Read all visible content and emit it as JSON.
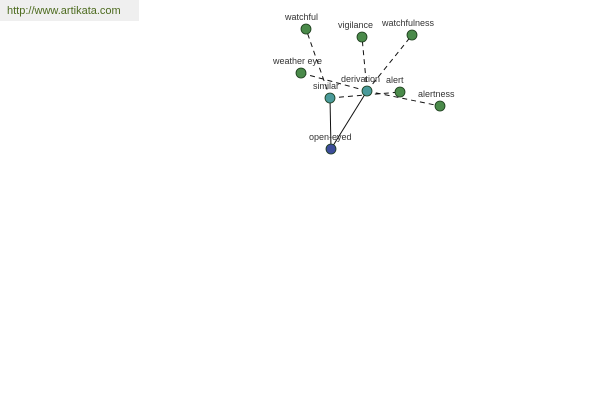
{
  "header": {
    "url": "http://www.artikata.com"
  },
  "colors": {
    "root_node": "#3d4d9a",
    "hub_node": "#4a9a9a",
    "leaf_node": "#4a8a4a",
    "node_stroke": "#1a3a1a",
    "edge": "#111111",
    "url_text": "#4d6b1f",
    "url_bg": "#efefef"
  },
  "graph": {
    "nodes": [
      {
        "id": "open-eyed",
        "label": "open-eyed",
        "kind": "root"
      },
      {
        "id": "similar",
        "label": "similar",
        "kind": "hub"
      },
      {
        "id": "derivation",
        "label": "derivation",
        "kind": "hub"
      },
      {
        "id": "watchful",
        "label": "watchful",
        "kind": "leaf"
      },
      {
        "id": "weather-eye",
        "label": "weather eye",
        "kind": "leaf"
      },
      {
        "id": "vigilance",
        "label": "vigilance",
        "kind": "leaf"
      },
      {
        "id": "watchfulness",
        "label": "watchfulness",
        "kind": "leaf"
      },
      {
        "id": "alert",
        "label": "alert",
        "kind": "leaf"
      },
      {
        "id": "alertness",
        "label": "alertness",
        "kind": "leaf"
      }
    ],
    "edges": [
      {
        "from": "open-eyed",
        "to": "similar",
        "style": "solid"
      },
      {
        "from": "open-eyed",
        "to": "derivation",
        "style": "solid"
      },
      {
        "from": "similar",
        "to": "watchful",
        "style": "dashed"
      },
      {
        "from": "similar",
        "to": "alert",
        "style": "dashed"
      },
      {
        "from": "derivation",
        "to": "weather-eye",
        "style": "dashed"
      },
      {
        "from": "derivation",
        "to": "vigilance",
        "style": "dashed"
      },
      {
        "from": "derivation",
        "to": "watchfulness",
        "style": "dashed"
      },
      {
        "from": "derivation",
        "to": "alertness",
        "style": "dashed"
      }
    ]
  }
}
